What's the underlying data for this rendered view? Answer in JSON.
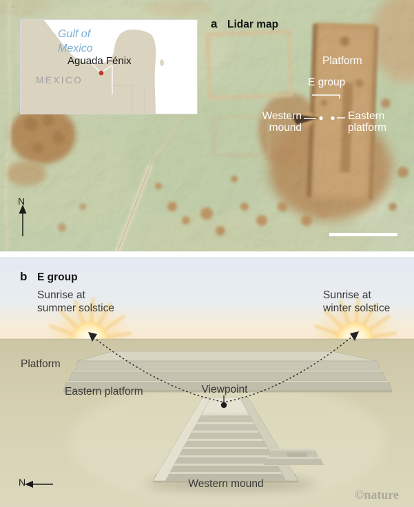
{
  "panel_a": {
    "label": "a",
    "title": "Lidar map",
    "north": "N",
    "inset": {
      "gulf_line1": "Gulf of",
      "gulf_line2": "Mexico",
      "site": "Aguada Fénix",
      "country": "MEXICO"
    },
    "labels": {
      "platform": "Platform",
      "e_group": "E group",
      "western_line1": "Western",
      "western_line2": "mound",
      "eastern_line1": "Eastern",
      "eastern_line2": "platform"
    }
  },
  "panel_b": {
    "label": "b",
    "title": "E group",
    "north": "N",
    "summer_line1": "Sunrise at",
    "summer_line2": "summer solstice",
    "winter_line1": "Sunrise at",
    "winter_line2": "winter solstice",
    "labels": {
      "platform": "Platform",
      "eastern_platform": "Eastern platform",
      "viewpoint": "Viewpoint",
      "western_mound": "Western mound"
    }
  },
  "watermark": "©nature",
  "colors": {
    "map_label": "#ffffff",
    "site_dot": "#c13b2a",
    "gulf_text": "#77b0d6",
    "sun_glow": "#ffd98e",
    "sky_top": "#e3eaf1",
    "ground": "#d5d0b1",
    "watermark": "#a9a79a"
  }
}
